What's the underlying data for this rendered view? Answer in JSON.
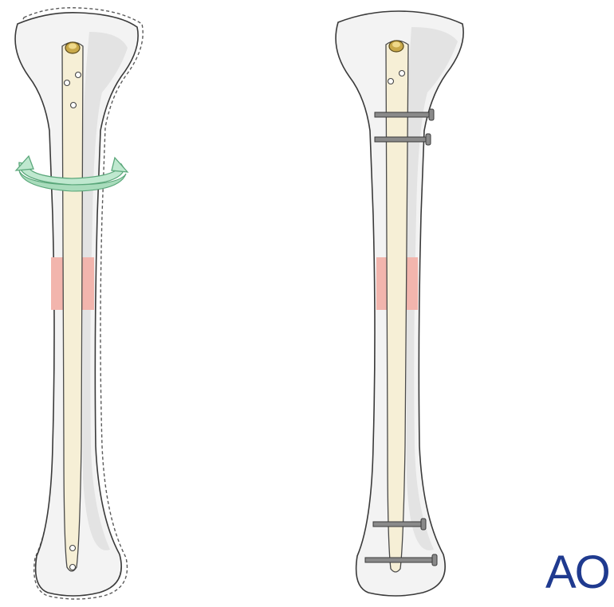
{
  "figure": {
    "panels": [
      {
        "id": "before-locking",
        "rotation_arrow": true
      },
      {
        "id": "after-locking",
        "rotation_arrow": false
      }
    ],
    "colors": {
      "bone_fill": "#f3f3f3",
      "bone_shade": "#e3e3e3",
      "outline": "#3a3a3a",
      "nail": "#f6efd6",
      "nail_cap": "#c9a94a",
      "fracture_zone": "#f2b5ad",
      "rotation_arrow": "#bfe8cf",
      "rotation_arrow_outline": "#5aa77a",
      "screw": "#8a8a8a",
      "logo": "#1f3a8f"
    }
  },
  "logo": {
    "text": "AO"
  }
}
